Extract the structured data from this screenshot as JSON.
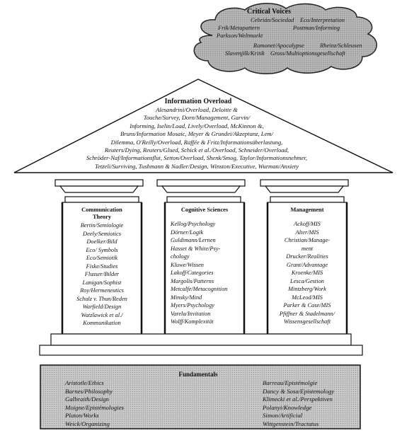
{
  "critical_voices": {
    "title": "Critical   Voices",
    "items": [
      "Cebrián/Sociedad",
      "Eco/Interpretation",
      "Frik/Metapattern",
      "Postman/Informing",
      "Parkson/Weltmarkt",
      "Ramonet/Apocalypse",
      "Rheinz/Schleusen",
      "Slavenjilk/Kritik",
      "Gross/Multioptionsgesellschaft"
    ]
  },
  "information_overload": {
    "title": "Information Overload",
    "lines": [
      "Alesandrini/Overload, Deloitte &",
      "Touche/Survey, Dorn/Management, Garvin/",
      "Informing, Iselin/Load, Lively/Overload, McKinnon &,",
      "Bruns/Information Mosaic, Meyer & Grundei/Akzeptanz, Lem/",
      "Dilemma, O'Reilly/Overload, Raffée & Fritz/Informationsüberlastung,",
      "Reuters/Dying, Reuters/Glued, Schick et al./Overload, Schneider/Overload,",
      "Schröder-Naf/Informationsflut, Setton/Overload, Shenk/Smog, Taylor/Informationsnehmer,",
      "Tetzeli/Surviving, Tushmann & Nadler/Design, Winston/Executive, Wurman/Anxiety"
    ]
  },
  "pillars": [
    {
      "title": [
        "Communication",
        "Theory"
      ],
      "items": [
        "Bertin/Semiologie",
        "Deely/Semiotics",
        "Doelker/Bild",
        "Eco/ Symbols",
        "Eco/Semiotik",
        "Fiske/Studies",
        "Flusser/Bilder",
        "Lanigan/Sophist",
        "Roy/Hermeneutics",
        "Schulz v. Thun/Reden",
        "Warfield/Design",
        "Watzlawick et al./",
        "Kommunikation"
      ]
    },
    {
      "title": [
        "Cognitive Sciences"
      ],
      "items": [
        "Kellog/Psychology",
        "Dörner/Logik",
        "Guldimann/Lernen",
        "Hasset & White/Psy-",
        "chology",
        "Kluwe/Wissen",
        "Lakoff/Categories",
        "Margolis/Patterns",
        "Metcalfe/Metacognition",
        "Minsky/Mind",
        "Myers/Psychology",
        "Varela/Invitation",
        "Wolff/Komplexität"
      ]
    },
    {
      "title": [
        "Management"
      ],
      "items": [
        "Ackoff/MIS",
        "Alter/MIS",
        "Christian/Manage-",
        "ment",
        "Drucker/Realities",
        "Grant/Advantage",
        "Kroenke/MIS",
        "Lesca/Gestion",
        "Mintzberg/Work",
        "McLeod/MIS",
        "Parker & Case/MIS",
        "Pfiffner & Stadelmann/",
        "Wissensgesellschaft"
      ]
    }
  ],
  "fundamentals": {
    "title": "Fundamentals",
    "left": [
      "Aristotle/Ethics",
      "Barnes/Philosophy",
      "Galbraith/Design",
      "Moigne/Epistémologies",
      "Platon/Works",
      "Weick/Organizing"
    ],
    "right": [
      "Barreau/Epistémolgie",
      "Dancy & Sosa/Epistemology",
      "Klimecki et al./Perspektiven",
      "Polanyi/Knowledge",
      "Simon/Artificial",
      "Wittgenstein/Tractatus"
    ]
  }
}
